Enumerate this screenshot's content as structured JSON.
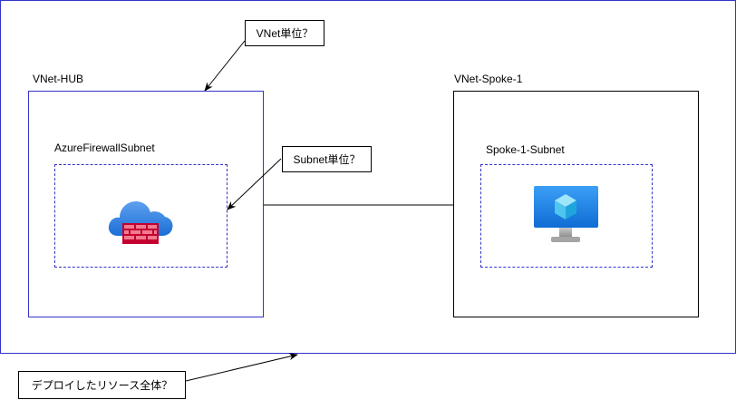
{
  "colors": {
    "outer_border": "#3333cc",
    "hub_border": "#3333cc",
    "subnet_dash": "#3333cc",
    "spoke_border": "#000000",
    "line": "#000000"
  },
  "labels": {
    "hub": "VNet-HUB",
    "hub_subnet": "AzureFirewallSubnet",
    "spoke": "VNet-Spoke-1",
    "spoke_subnet": "Spoke-1-Subnet"
  },
  "callouts": {
    "vnet_unit": "VNet単位？",
    "subnet_unit": "Subnet単位？",
    "deployed_resources": "デプロイしたリソース全体？"
  },
  "icons": {
    "firewall": "azure-firewall-icon",
    "vm": "virtual-machine-icon"
  }
}
